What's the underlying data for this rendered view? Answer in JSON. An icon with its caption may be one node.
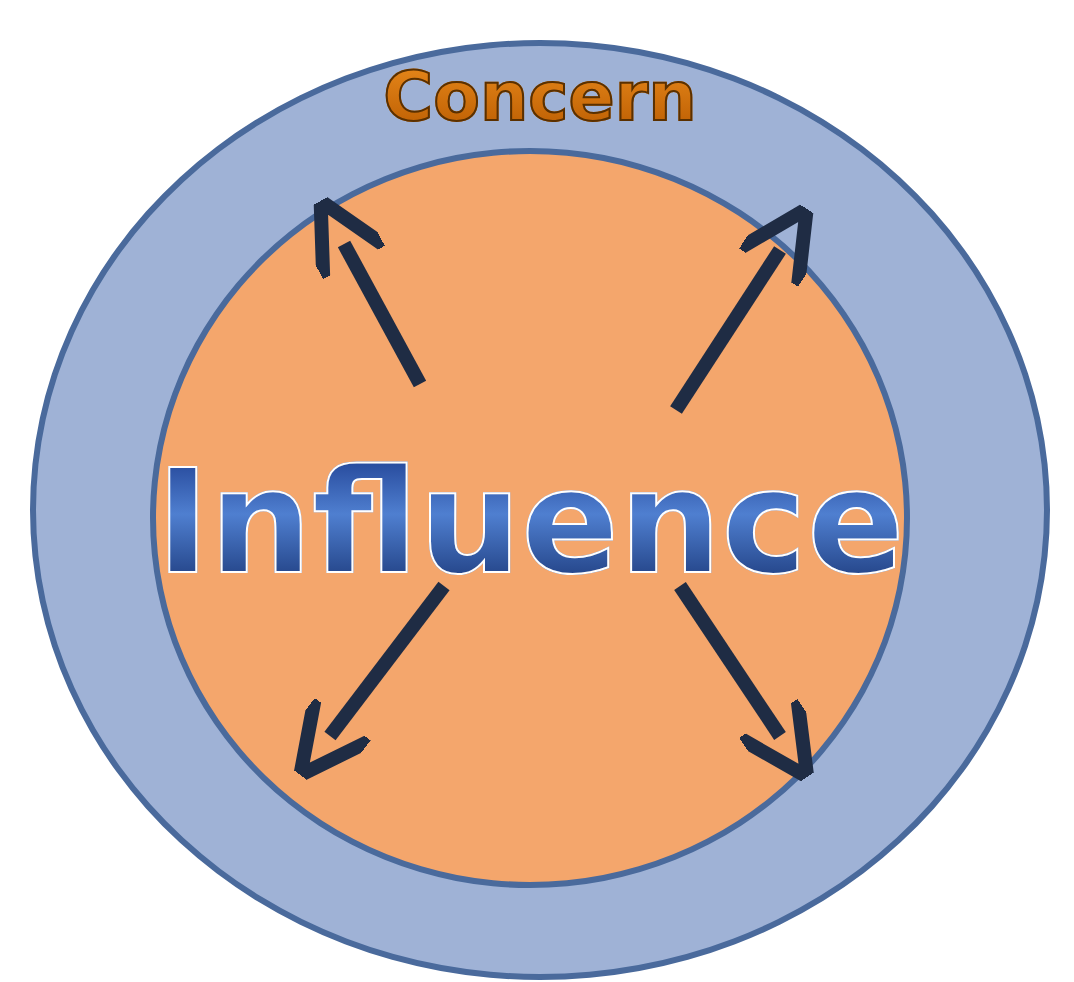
{
  "diagram": {
    "nodes": [
      {
        "text": [
          "Concern"
        ]
      },
      {
        "text": [
          "Influence"
        ],
        "in": 0
      }
    ]
  }
}
